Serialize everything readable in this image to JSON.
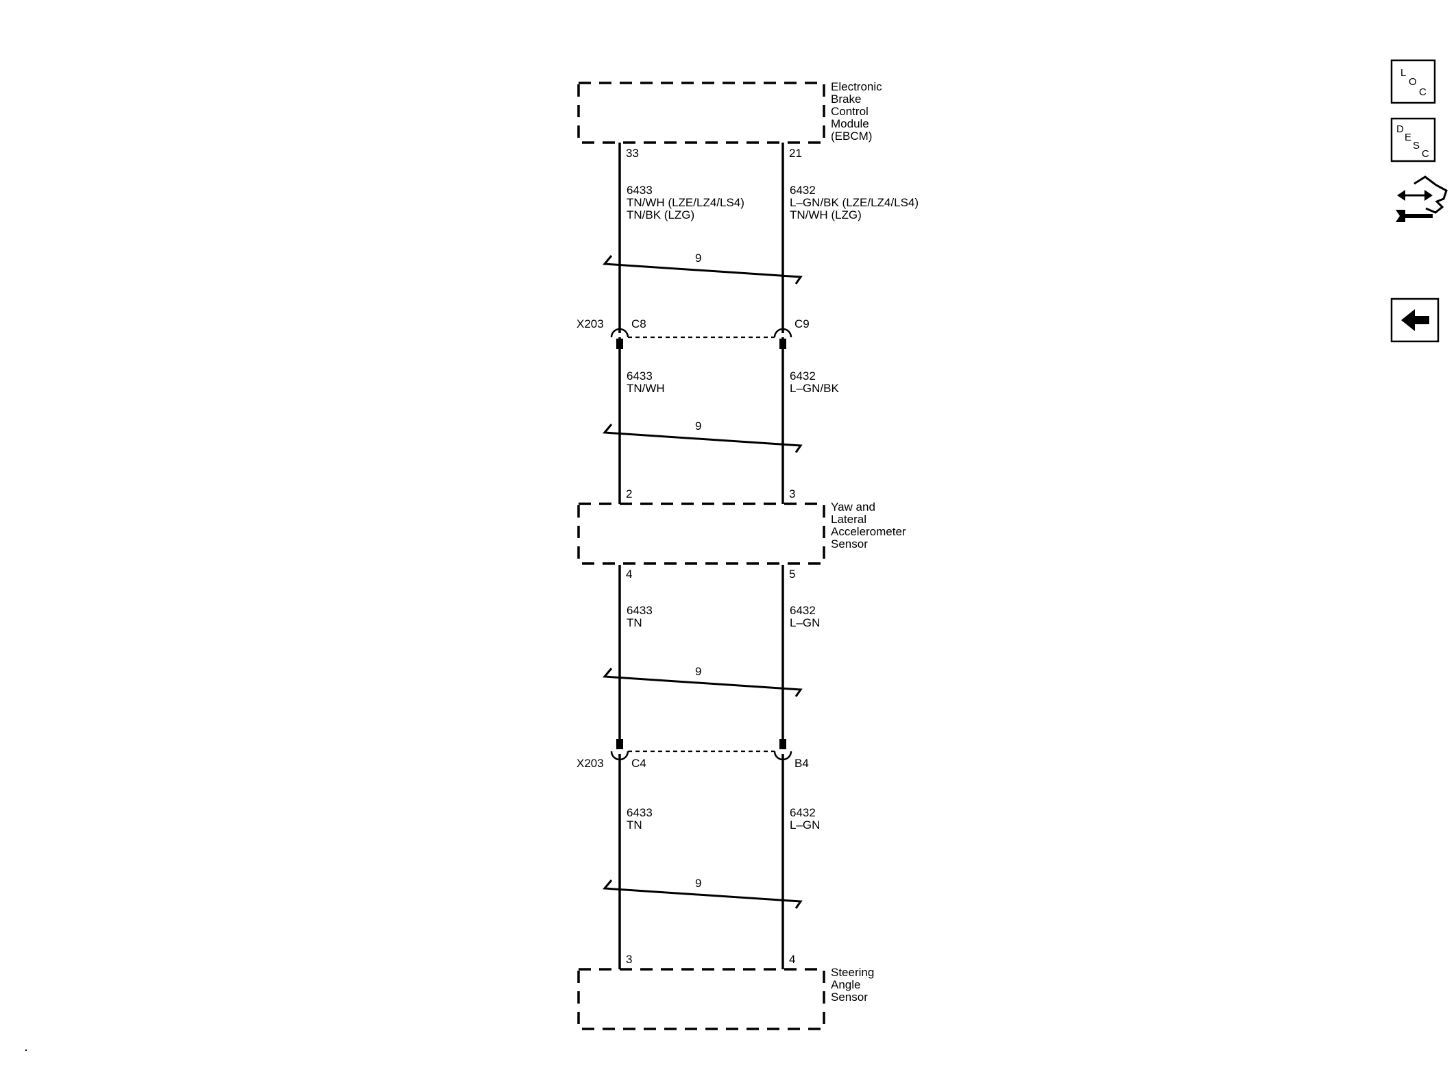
{
  "modules": {
    "ebcm": {
      "label_lines": [
        "Electronic",
        "Brake",
        "Control",
        "Module",
        "(EBCM)"
      ],
      "pin_left": "33",
      "pin_right": "21"
    },
    "yaw": {
      "label_lines": [
        "Yaw and",
        "Lateral",
        "Accelerometer",
        "Sensor"
      ],
      "pin_top_left": "2",
      "pin_top_right": "3",
      "pin_bottom_left": "4",
      "pin_bottom_right": "5"
    },
    "steering": {
      "label_lines": [
        "Steering",
        "Angle",
        "Sensor"
      ],
      "pin_left": "3",
      "pin_right": "4"
    }
  },
  "wires": {
    "seg1_left": [
      "6433",
      "TN/WH (LZE/LZ4/LS4)",
      "TN/BK (LZG)"
    ],
    "seg1_right": [
      "6432",
      "L–GN/BK (LZE/LZ4/LS4)",
      "TN/WH (LZG)"
    ],
    "seg2_left": [
      "6433",
      "TN/WH"
    ],
    "seg2_right": [
      "6432",
      "L–GN/BK"
    ],
    "seg3_left": [
      "6433",
      "TN"
    ],
    "seg3_right": [
      "6432",
      "L–GN"
    ],
    "seg4_left": [
      "6433",
      "TN"
    ],
    "seg4_right": [
      "6432",
      "L–GN"
    ]
  },
  "twisted_pair_label": "9",
  "connectors": {
    "upper": {
      "name": "X203",
      "left_pin": "C8",
      "right_pin": "C9"
    },
    "lower": {
      "name": "X203",
      "left_pin": "C4",
      "right_pin": "B4"
    }
  },
  "nav": {
    "loc": [
      "L",
      "O",
      "C"
    ],
    "desc": [
      "D",
      "E",
      "S",
      "C"
    ],
    "connector_icon": "connector-wrench-icon",
    "back_icon": "back-arrow-icon"
  }
}
